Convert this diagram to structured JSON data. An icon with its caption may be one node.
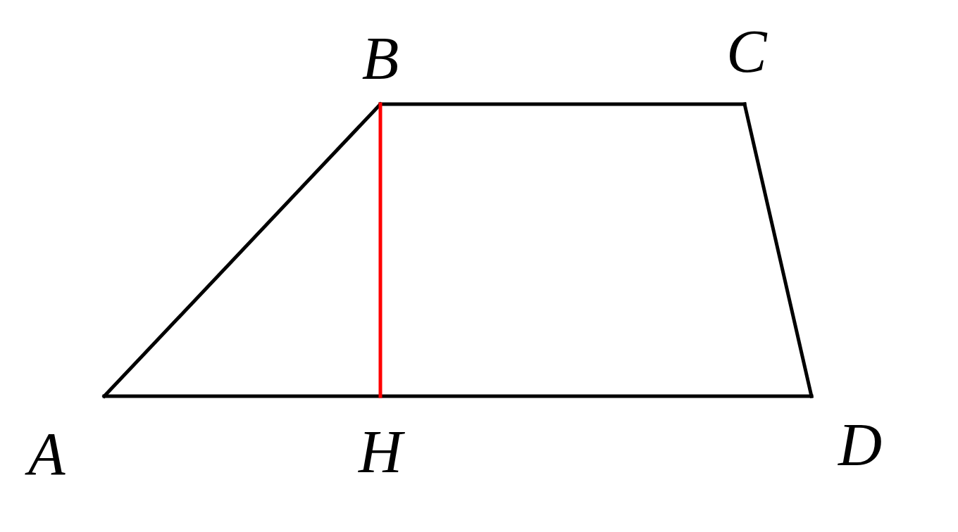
{
  "diagram": {
    "nodes": [
      {
        "text": [
          "B"
        ]
      },
      {
        "text": [
          "C"
        ]
      },
      {
        "text": [
          "A"
        ]
      },
      {
        "text": [
          "H"
        ]
      },
      {
        "text": [
          "D"
        ]
      }
    ],
    "edges": [
      {
        "from": 2,
        "to": 0,
        "arrow": "none"
      },
      {
        "from": 0,
        "to": 1,
        "arrow": "none"
      },
      {
        "from": 1,
        "to": 4,
        "arrow": "none"
      },
      {
        "from": 2,
        "to": 4,
        "arrow": "none"
      },
      {
        "from": 0,
        "to": 3,
        "arrow": "none",
        "color": "#ff0000"
      }
    ]
  }
}
